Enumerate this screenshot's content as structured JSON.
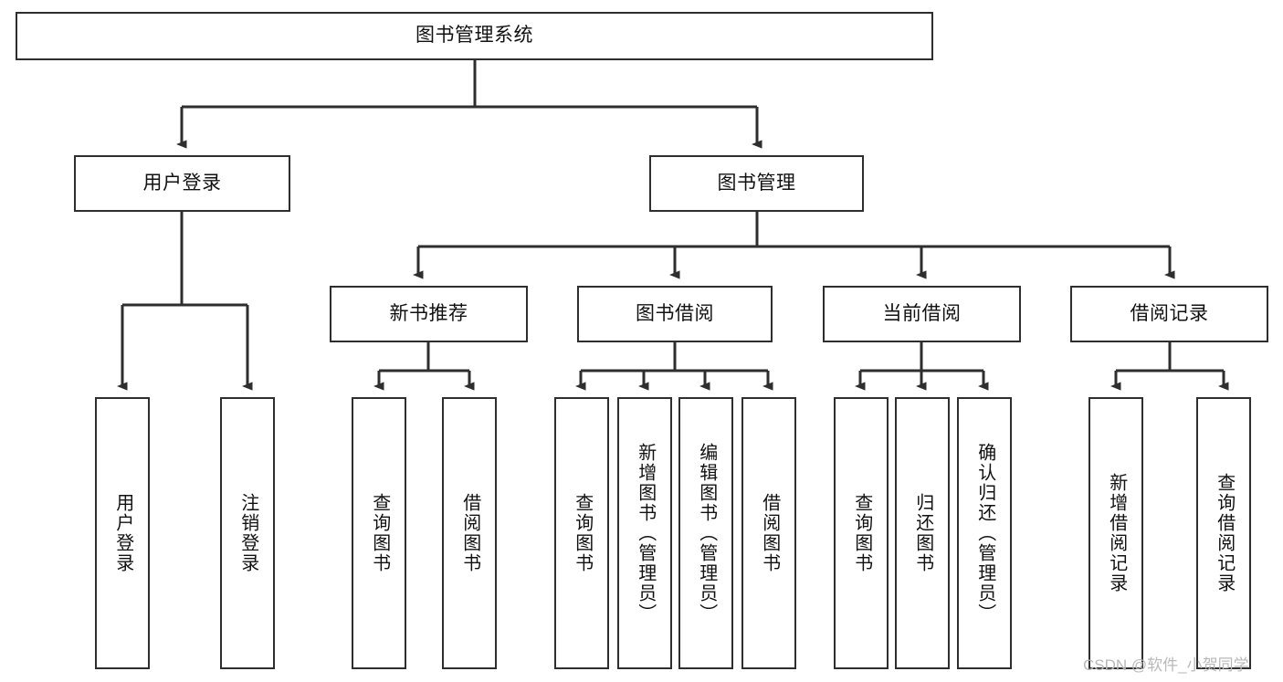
{
  "diagram": {
    "type": "hierarchy-tree",
    "title": "图书管理系统",
    "watermark": "CSDN @软件_小贺同学",
    "colors": {
      "box_border": "#2e2e2e",
      "box_fill": "#ffffff",
      "connector": "#2e2e2e",
      "text": "#111111",
      "watermark": "#b9b9b9"
    },
    "nodes": {
      "root": {
        "label": "图书管理系统",
        "level": 1
      },
      "l2": [
        {
          "id": "user-login",
          "label": "用户登录",
          "level": 2
        },
        {
          "id": "book-manage",
          "label": "图书管理",
          "level": 2
        }
      ],
      "l3": [
        {
          "id": "new-book-recommend",
          "label": "新书推荐",
          "level": 3
        },
        {
          "id": "book-borrow",
          "label": "图书借阅",
          "level": 3
        },
        {
          "id": "current-borrow",
          "label": "当前借阅",
          "level": 3
        },
        {
          "id": "borrow-record",
          "label": "借阅记录",
          "level": 3
        }
      ],
      "leaves": [
        {
          "id": "leaf-user-login",
          "label": "用户登录",
          "parent": "user-login"
        },
        {
          "id": "leaf-logout-login",
          "label": "注销登录",
          "parent": "user-login"
        },
        {
          "id": "leaf-query-book-1",
          "label": "查询图书",
          "parent": "new-book-recommend"
        },
        {
          "id": "leaf-borrow-book-1",
          "label": "借阅图书",
          "parent": "new-book-recommend"
        },
        {
          "id": "leaf-query-book-2",
          "label": "查询图书",
          "parent": "book-borrow"
        },
        {
          "id": "leaf-add-book",
          "label": "新增图书（管理员）",
          "parent": "book-borrow"
        },
        {
          "id": "leaf-edit-book",
          "label": "编辑图书（管理员）",
          "parent": "book-borrow"
        },
        {
          "id": "leaf-borrow-book-2",
          "label": "借阅图书",
          "parent": "book-borrow"
        },
        {
          "id": "leaf-query-book-3",
          "label": "查询图书",
          "parent": "current-borrow"
        },
        {
          "id": "leaf-return-book",
          "label": "归还图书",
          "parent": "current-borrow"
        },
        {
          "id": "leaf-confirm-return",
          "label": "确认归还（管理员）",
          "parent": "current-borrow"
        },
        {
          "id": "leaf-add-record",
          "label": "新增借阅记录",
          "parent": "borrow-record"
        },
        {
          "id": "leaf-query-record",
          "label": "查询借阅记录",
          "parent": "borrow-record"
        }
      ]
    }
  }
}
